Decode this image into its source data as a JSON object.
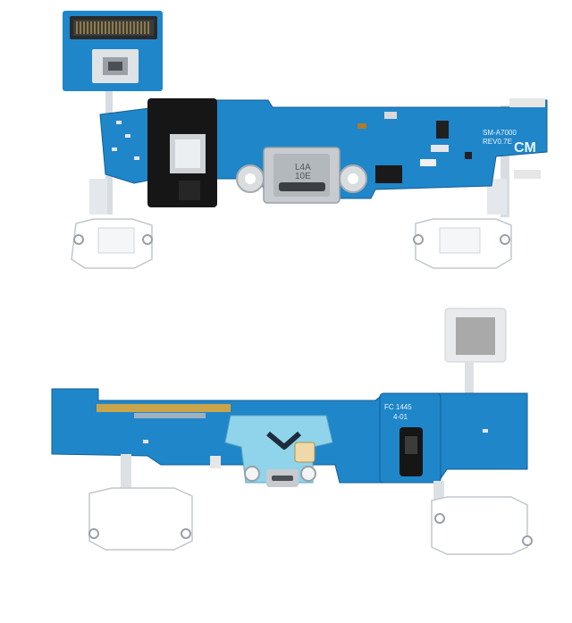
{
  "image": {
    "subject": "Charging port flex cable board, front and back views",
    "colors": {
      "pcb": "#1f86c9",
      "pcb_dark": "#145f96",
      "flex": "#e2e6ea",
      "black": "#161616",
      "gold": "#c9a44b",
      "silver": "#bfc4c9"
    }
  },
  "top_board": {
    "model_label": "SM-A7000",
    "revision_label": "REV0.7E",
    "cm_mark": "CM",
    "port_marking_1": "L4A",
    "port_marking_2": "10E"
  },
  "bottom_board": {
    "fc_label": "FC 1445",
    "lot_label": "4-01"
  }
}
